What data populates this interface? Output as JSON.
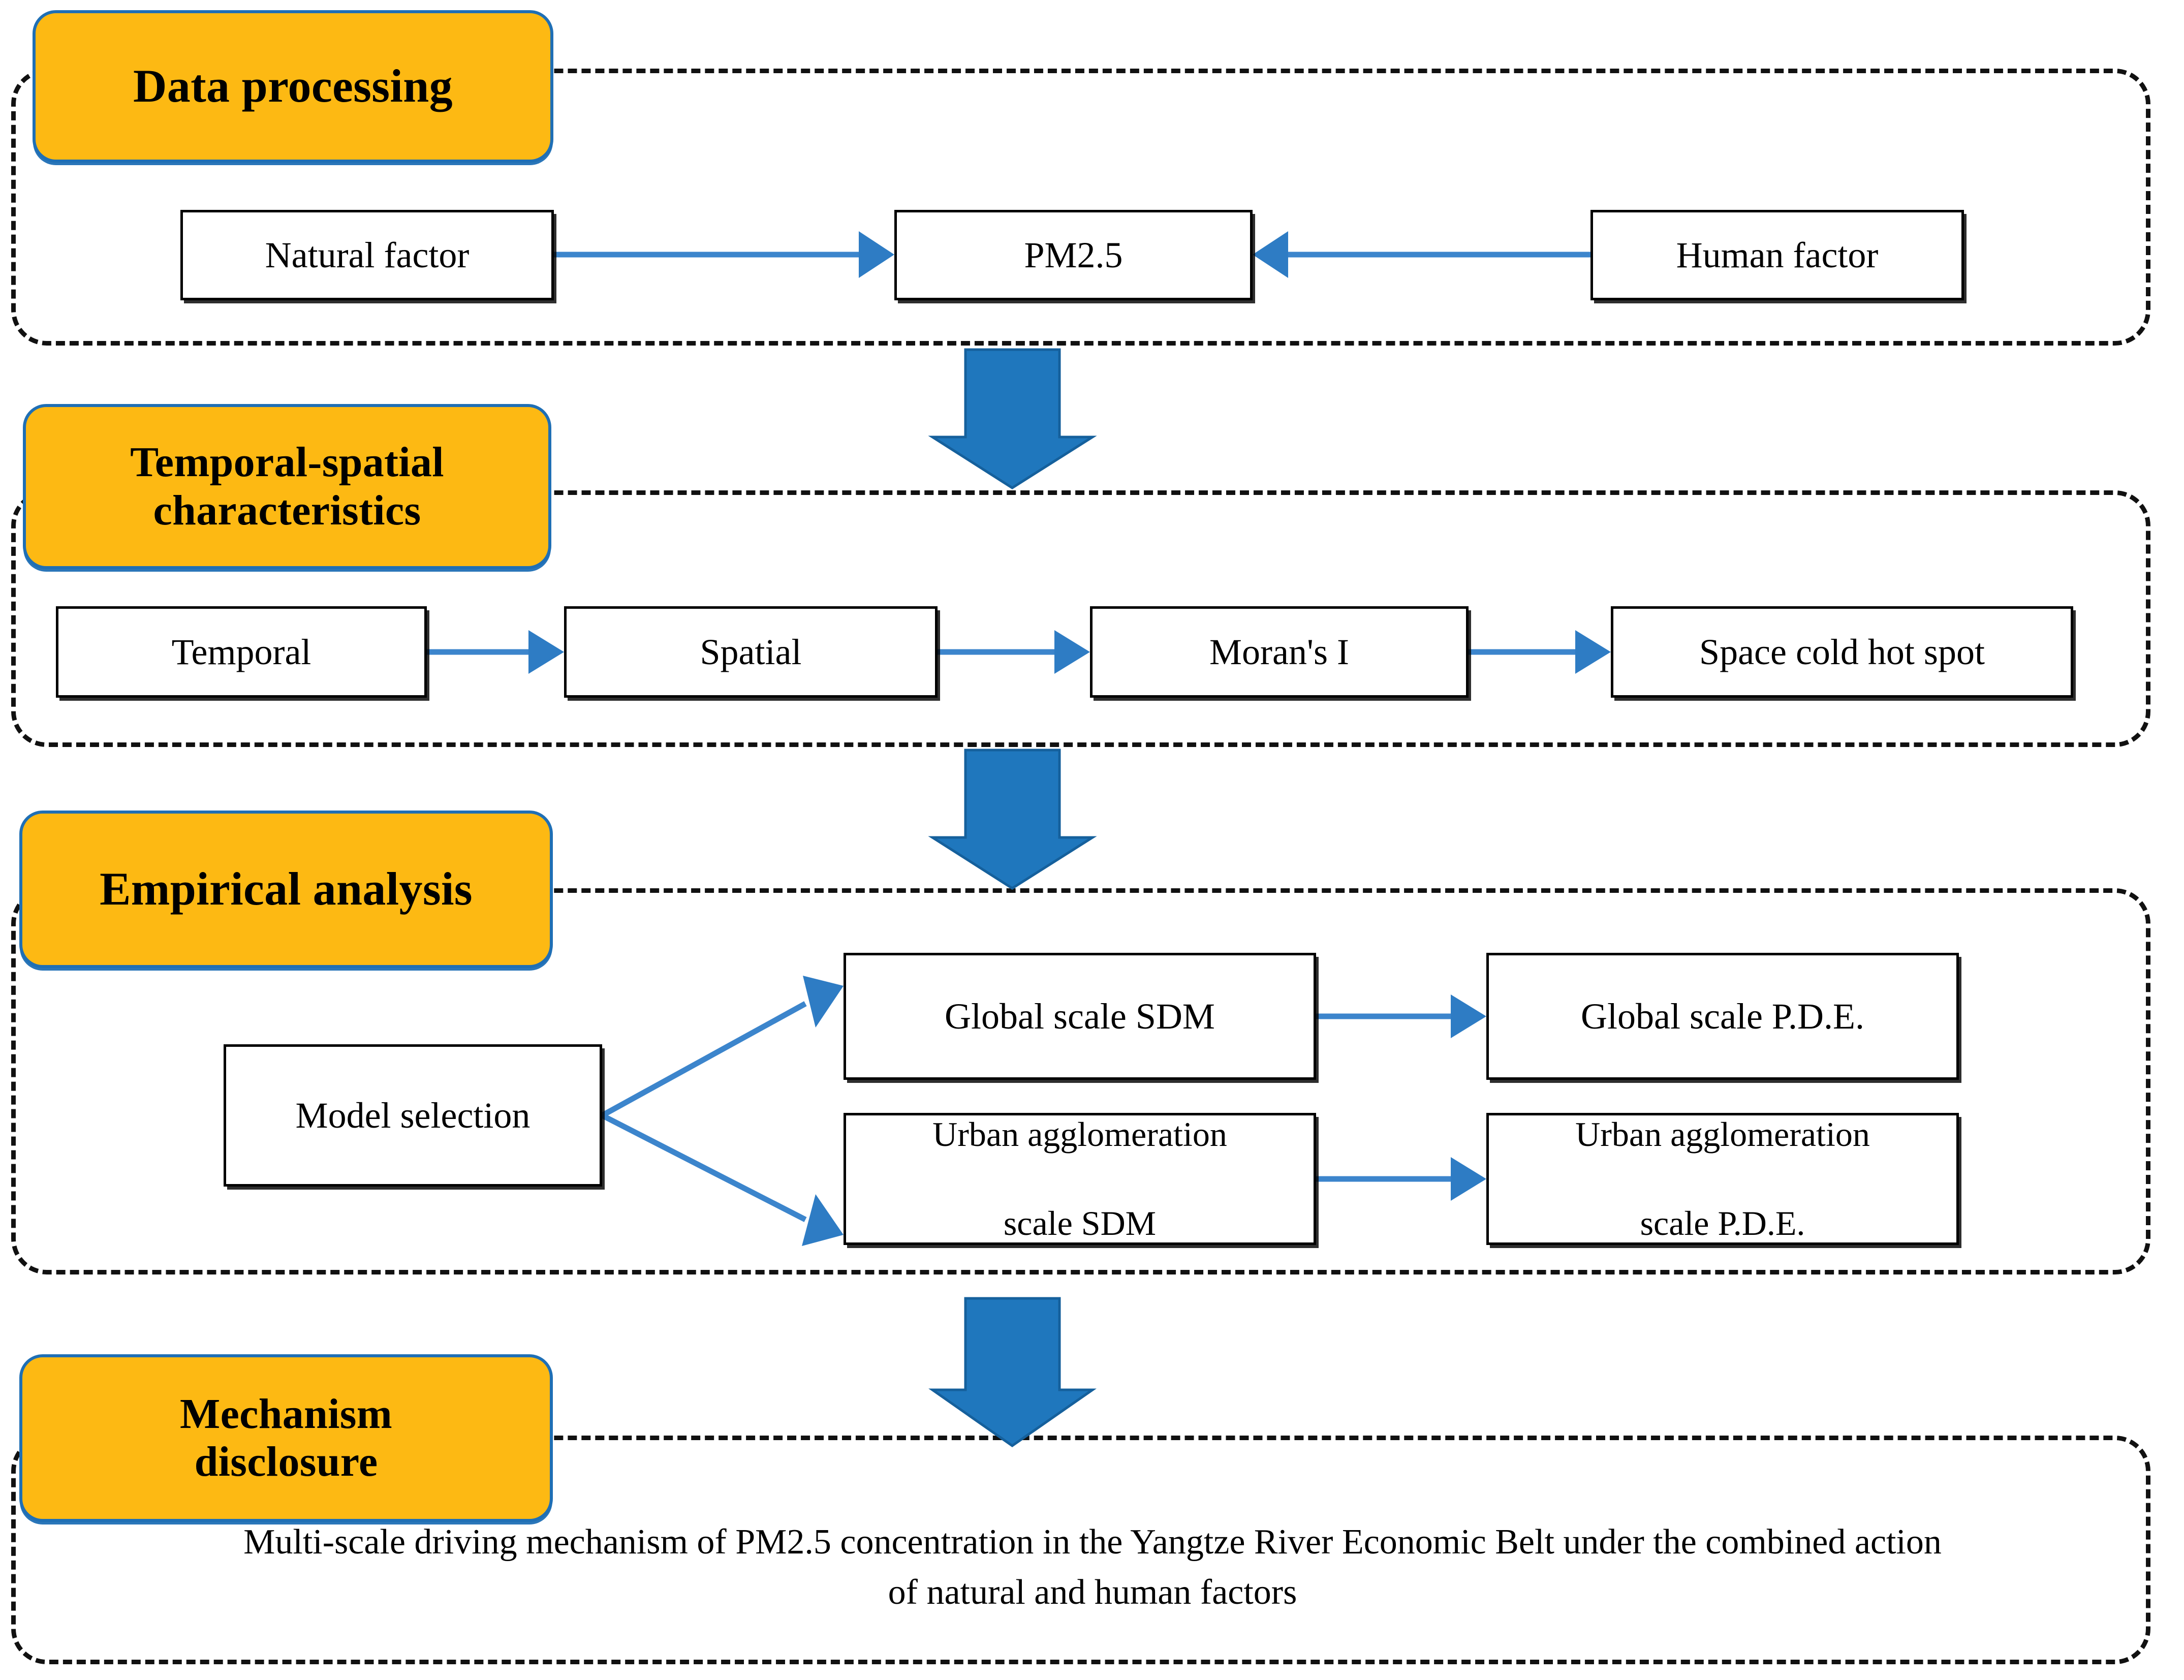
{
  "diagram": {
    "title": "PM2.5 multi-scale driving mechanism research framework",
    "colors": {
      "stage_fill": "#FDB913",
      "stage_border": "#1F6FB5",
      "node_fill": "#FFFFFF",
      "node_border": "#000000",
      "connector": "#3C85CC",
      "big_arrow": "#1F77BD",
      "dashed_border": "#111111"
    }
  },
  "sections": [
    {
      "id": "data-processing",
      "label": "Data processing",
      "nodes": [
        {
          "id": "natural-factor",
          "label": "Natural factor"
        },
        {
          "id": "pm25",
          "label": "PM2.5"
        },
        {
          "id": "human-factor",
          "label": "Human factor"
        }
      ]
    },
    {
      "id": "temporal-spatial-characteristics",
      "label": "Temporal-spatial characteristics",
      "label_lines": [
        "Temporal-spatial",
        "characteristics"
      ],
      "nodes": [
        {
          "id": "temporal",
          "label": "Temporal"
        },
        {
          "id": "spatial",
          "label": "Spatial"
        },
        {
          "id": "morans-i",
          "label": "Moran's I"
        },
        {
          "id": "space-cold-hot-spot",
          "label": "Space cold hot spot"
        }
      ]
    },
    {
      "id": "empirical-analysis",
      "label": "Empirical analysis",
      "nodes": [
        {
          "id": "model-selection",
          "label": "Model selection"
        },
        {
          "id": "global-scale-sdm",
          "label": "Global scale SDM"
        },
        {
          "id": "global-scale-pde",
          "label": "Global scale P.D.E."
        },
        {
          "id": "urban-agglomeration-scale-sdm",
          "label": "Urban agglomeration scale SDM",
          "line1": "Urban agglomeration",
          "line2": "scale SDM"
        },
        {
          "id": "urban-agglomeration-scale-pde",
          "label": "Urban agglomeration scale P.D.E.",
          "line1": "Urban agglomeration",
          "line2": "scale P.D.E."
        }
      ]
    },
    {
      "id": "mechanism-disclosure",
      "label": "Mechanism disclosure",
      "label_lines": [
        "Mechanism",
        "disclosure"
      ],
      "conclusion_line1": "Multi-scale driving mechanism of PM2.5 concentration in the Yangtze River Economic Belt under the combined action",
      "conclusion_line2": "of natural and human factors"
    }
  ],
  "connectors": [
    {
      "id": "natural-to-pm25",
      "from": "natural-factor",
      "to": "pm25",
      "direction": "right"
    },
    {
      "id": "human-to-pm25",
      "from": "human-factor",
      "to": "pm25",
      "direction": "left"
    },
    {
      "id": "temporal-to-spatial",
      "from": "temporal",
      "to": "spatial",
      "direction": "right"
    },
    {
      "id": "spatial-to-morans",
      "from": "spatial",
      "to": "morans-i",
      "direction": "right"
    },
    {
      "id": "morans-to-coldhot",
      "from": "morans-i",
      "to": "space-cold-hot-spot",
      "direction": "right"
    },
    {
      "id": "model-to-global-sdm",
      "from": "model-selection",
      "to": "global-scale-sdm",
      "direction": "up-right"
    },
    {
      "id": "model-to-urban-sdm",
      "from": "model-selection",
      "to": "urban-agglomeration-scale-sdm",
      "direction": "down-right"
    },
    {
      "id": "global-sdm-to-pde",
      "from": "global-scale-sdm",
      "to": "global-scale-pde",
      "direction": "right"
    },
    {
      "id": "urban-sdm-to-pde",
      "from": "urban-agglomeration-scale-sdm",
      "to": "urban-agglomeration-scale-pde",
      "direction": "right"
    },
    {
      "id": "stage1-to-stage2",
      "from": "data-processing",
      "to": "temporal-spatial-characteristics",
      "direction": "down"
    },
    {
      "id": "stage2-to-stage3",
      "from": "temporal-spatial-characteristics",
      "to": "empirical-analysis",
      "direction": "down"
    },
    {
      "id": "stage3-to-stage4",
      "from": "empirical-analysis",
      "to": "mechanism-disclosure",
      "direction": "down"
    }
  ]
}
